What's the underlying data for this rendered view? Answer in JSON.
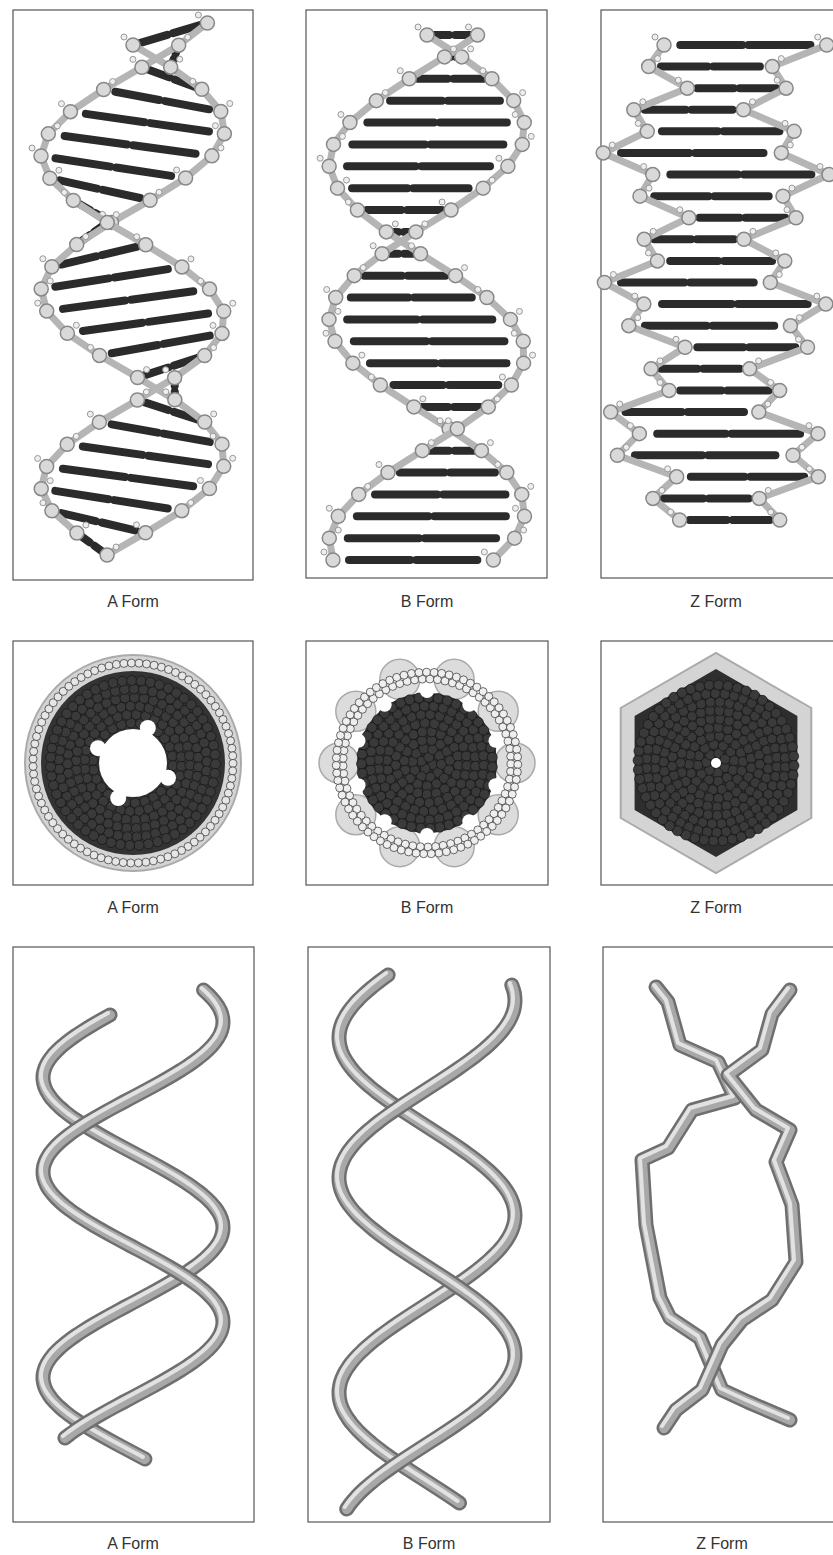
{
  "diagram": {
    "labels": [
      "A Form",
      "B Form",
      "Z Form",
      "A Form",
      "B Form",
      "Z Form",
      "A Form",
      "B Form",
      "Z Form"
    ]
  }
}
